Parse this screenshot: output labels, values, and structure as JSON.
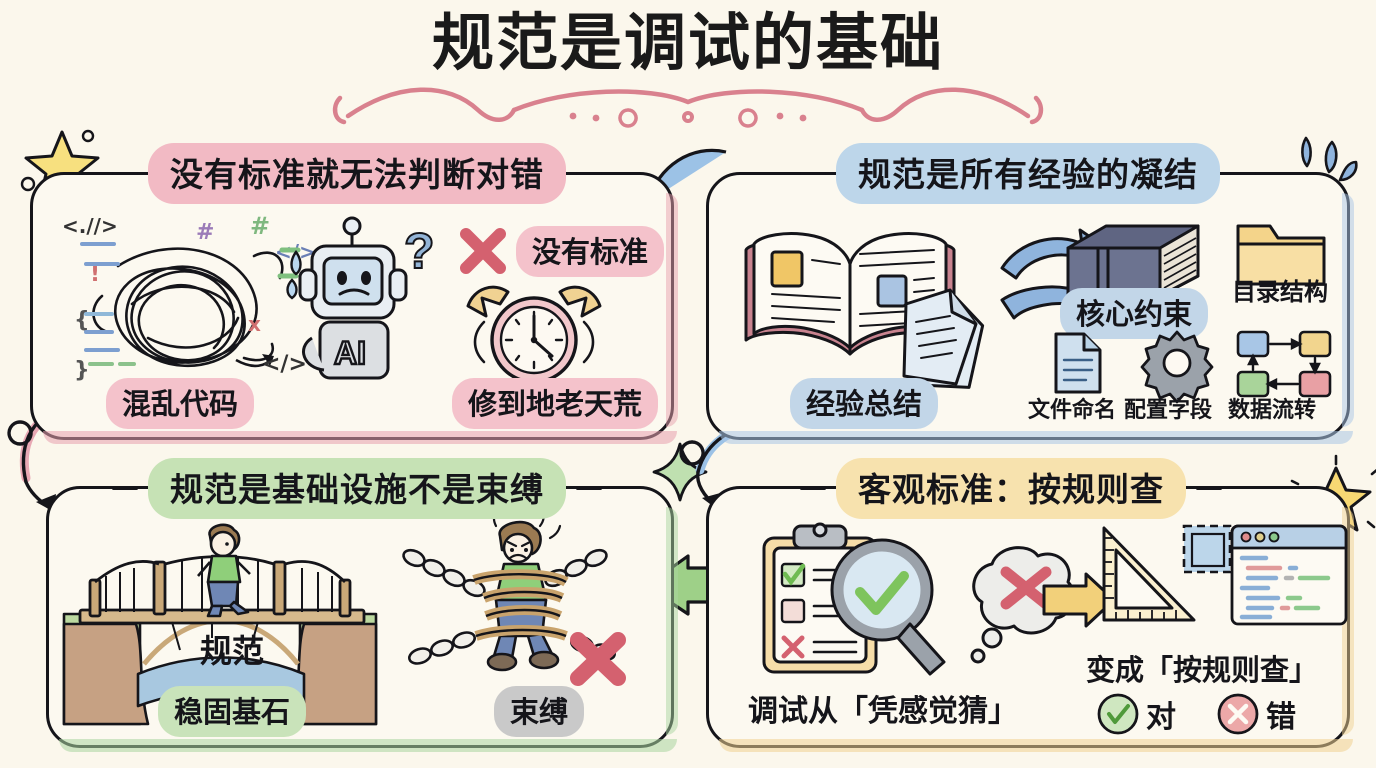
{
  "page": {
    "title": "规范是调试的基础",
    "background_color": "#fbf7ec",
    "ink_color": "#15151a"
  },
  "quadrants": [
    {
      "id": "q1",
      "header": "没有标准就无法判断对错",
      "accent_color": "#f2bac4",
      "labels": {
        "messy_code": "混乱代码",
        "no_standard": "没有标准",
        "forever_fixing": "修到地老天荒"
      },
      "code_glyphs": [
        "<.//>",
        "#",
        "#",
        "</>",
        "!",
        "{",
        "}",
        "</>",
        "x"
      ],
      "robot_text": "AI",
      "robot_mood": "?"
    },
    {
      "id": "q2",
      "header": "规范是所有经验的凝结",
      "accent_color": "#bdd6ea",
      "labels": {
        "experience_summary": "经验总结",
        "core_constraint": "核心约束",
        "directory_structure": "目录结构",
        "file_naming": "文件命名",
        "config_fields": "配置字段",
        "data_flow": "数据流转"
      }
    },
    {
      "id": "q3",
      "header": "规范是基础设施不是束缚",
      "accent_color": "#c6e2b5",
      "labels": {
        "bridge_caption": "规范",
        "solid_foundation": "稳固基石",
        "shackles": "束缚"
      }
    },
    {
      "id": "q4",
      "header": "客观标准：按规则查",
      "accent_color": "#f7e2ae",
      "labels": {
        "debug_from": "调试从「凭感觉猜」",
        "becomes": "变成「按规则查」",
        "correct": "对",
        "wrong": "错"
      }
    }
  ],
  "decorations": {
    "star_top_left": "star-icon",
    "star_mid_right": "star-icon",
    "sparkle_top_right": "sparkle-icon",
    "sparkle_center": "sparkle-icon",
    "arrow_q1_to_q2": "blue-curved-arrow",
    "arrow_q2_to_q4": "blue-loop-arrow",
    "arrow_q4_to_q3": "green-left-arrow",
    "arrow_q1_to_q3": "pink-loop-arrow"
  }
}
